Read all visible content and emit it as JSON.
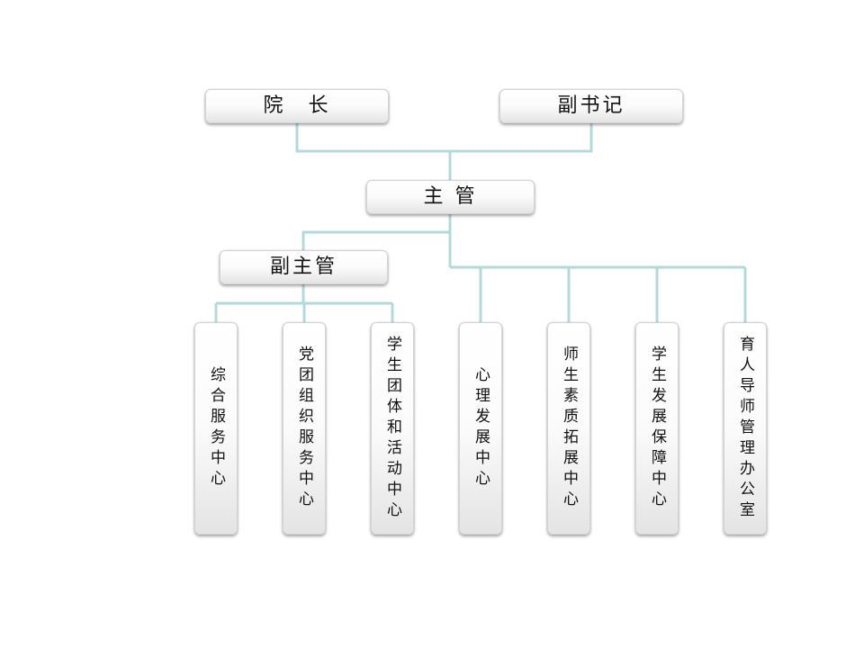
{
  "top": {
    "president": "院　长",
    "deputy_secretary": "副书记"
  },
  "director": "主 管",
  "deputy_director": "副主管",
  "centers": [
    "综合服务中心",
    "党团组织服务中心",
    "学生团体和活动中心",
    "心理发展中心",
    "师生素质拓展中心",
    "学生发展保障中心",
    "育人导师管理办公室"
  ],
  "colors": {
    "connector": "#b3d9dc",
    "box_top": "#ffffff",
    "box_bottom": "#e4e4e4",
    "text": "#111111"
  }
}
